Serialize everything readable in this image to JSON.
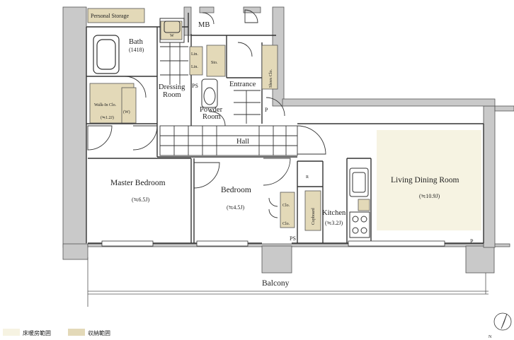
{
  "rooms": {
    "personal_storage": "Personal Storage",
    "mb": "MB",
    "w": "W",
    "bath": "Bath",
    "bath_size": "(1418)",
    "lin1": "Lin.",
    "lin2": "Lin.",
    "sto": "Sto.",
    "shoes_clo": "Shoes Clo.",
    "dressing_room_1": "Dressing",
    "dressing_room_2": "Room",
    "ps1": "PS",
    "entrance": "Entrance",
    "p1": "P",
    "walkin_clo": "Walk-In Clo.",
    "walkin_size": "(≒1.2J)",
    "walkin_w": "(W)",
    "powder_room_1": "Powder",
    "powder_room_2": "Room",
    "hall": "Hall",
    "master_bedroom": "Master Bedroom",
    "master_size": "(≒6.5J)",
    "bedroom": "Bedroom",
    "bedroom_size": "(≒4.5J)",
    "r": "R",
    "clo1": "Clo.",
    "clo2": "Clo.",
    "cupboard": "Cupboard",
    "kitchen": "Kitchen",
    "kitchen_size": "(≒3.2J)",
    "ps2": "PS",
    "living_dining": "Living Dining Room",
    "living_size": "(≒10.9J)",
    "p2": "P",
    "balcony": "Balcony"
  },
  "legend": {
    "floor_heating": "床暖房範囲",
    "storage": "収納範囲"
  },
  "compass": {
    "north": "N"
  },
  "colors": {
    "storage": "#e3d9b8",
    "floor_heating": "#f6f3e2",
    "wall": "#c9c9c9",
    "wall_stroke": "#555555"
  }
}
